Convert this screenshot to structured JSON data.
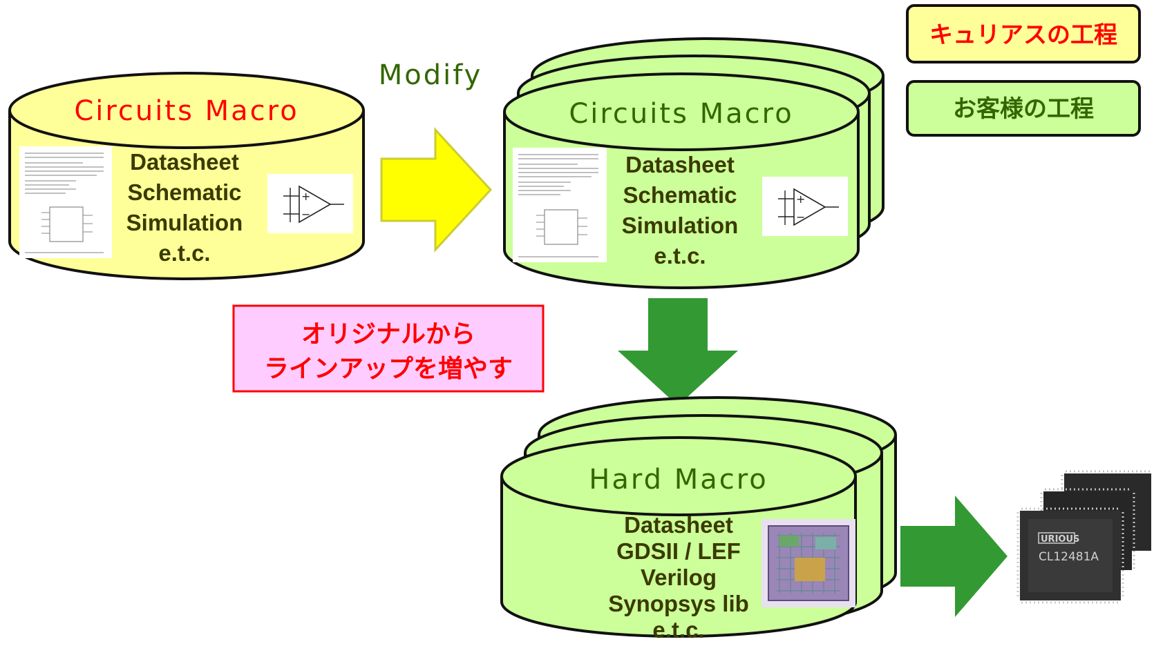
{
  "legend": {
    "curious_process": "キュリアスの工程",
    "customer_process": "お客様の工程"
  },
  "modify_label": "Modify",
  "lineup_note": {
    "line1": "オリジナルから",
    "line2": "ラインアップを増やす"
  },
  "original_macro": {
    "title": "Circuits  Macro",
    "items": [
      "Datasheet",
      "Schematic",
      "Simulation",
      "e.t.c."
    ]
  },
  "modified_macro": {
    "title": "Circuits  Macro",
    "items": [
      "Datasheet",
      "Schematic",
      "Simulation",
      "e.t.c."
    ]
  },
  "hard_macro": {
    "title": "Hard  Macro",
    "items": [
      "Datasheet",
      "GDSII / LEF",
      "Verilog",
      "Synopsys lib",
      "e.t.c."
    ]
  },
  "chip_marking": {
    "brand": "URIOUS",
    "part_number": "CL12481A"
  },
  "colors": {
    "curious_fill": "#ffff99",
    "customer_fill": "#ccff99",
    "arrow_yellow": "#ffff00",
    "arrow_green": "#339933",
    "note_fill": "#ffccff",
    "note_border": "#ff0000",
    "red_text": "#ff0000",
    "green_text": "#336600"
  }
}
